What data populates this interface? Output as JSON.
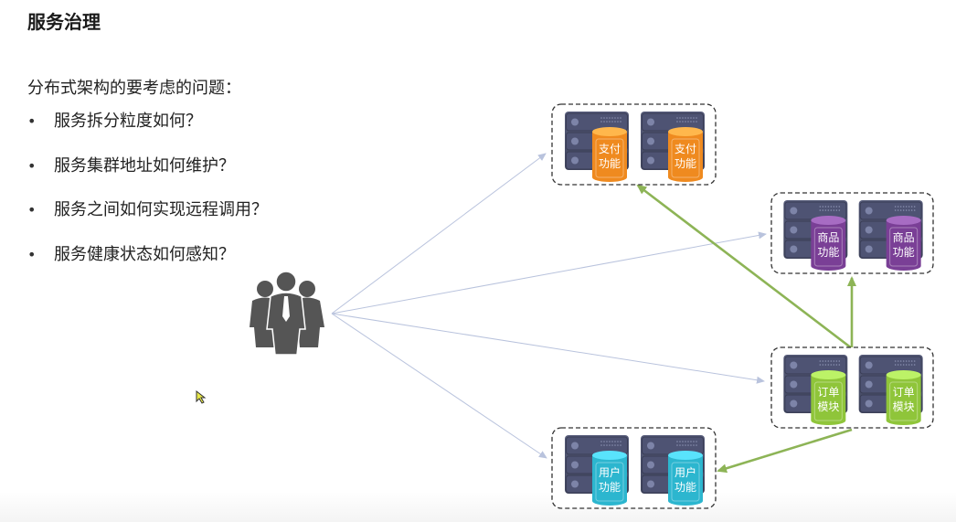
{
  "title": "服务治理",
  "intro": "分布式架构的要考虑的问题：",
  "bullet_symbol": "•",
  "points": [
    "服务拆分粒度如何？",
    "服务集群地址如何维护？",
    "服务之间如何实现远程调用？",
    "服务健康状态如何感知？"
  ],
  "clusters": {
    "pay": {
      "line1": "支付",
      "line2": "功能",
      "color": "#ef8a1f"
    },
    "goods": {
      "line1": "商品",
      "line2": "功能",
      "color": "#7a3f96"
    },
    "order": {
      "line1": "订单",
      "line2": "模块",
      "color": "#8fc53a"
    },
    "user": {
      "line1": "用户",
      "line2": "功能",
      "color": "#2cb6cf"
    }
  },
  "colors": {
    "server": "#4a4f6c",
    "user_arrow": "#b9c3dd",
    "service_arrow": "#8db456",
    "users_icon": "#555555",
    "cluster_border": "#333333"
  }
}
